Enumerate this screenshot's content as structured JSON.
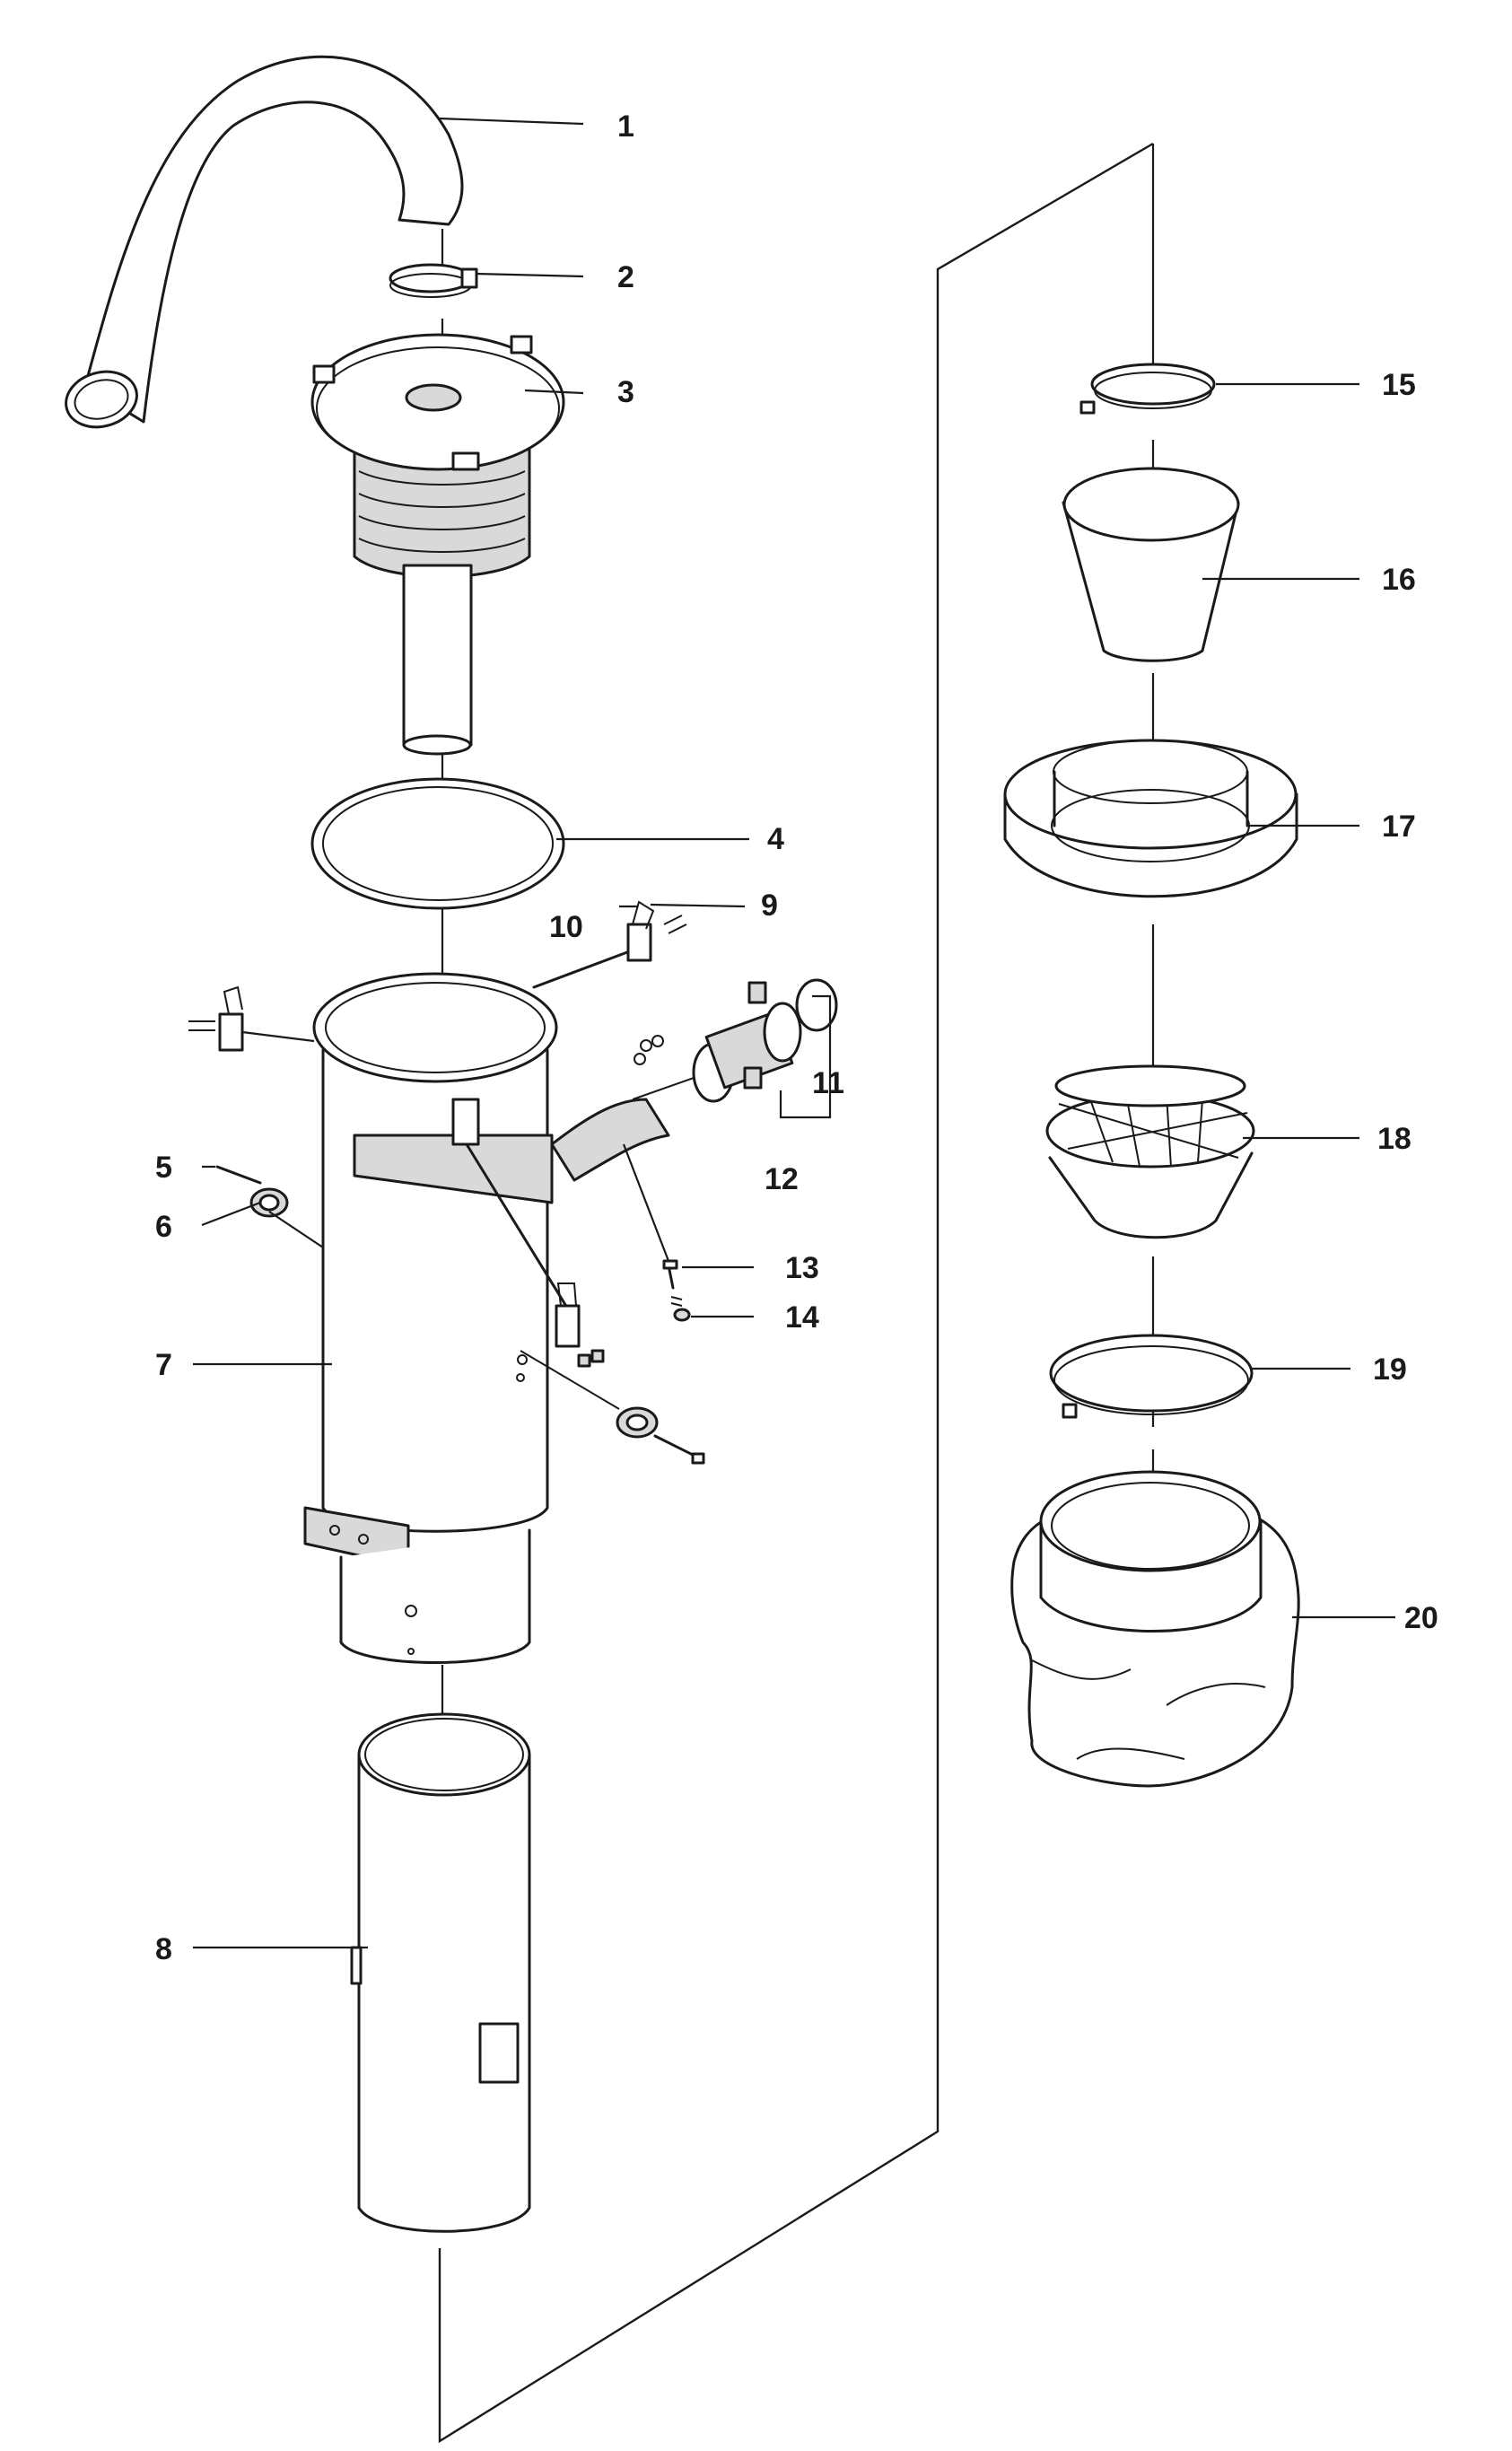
{
  "diagram": {
    "kind": "exploded-parts-view",
    "callouts": [
      {
        "id": "1",
        "label": "1"
      },
      {
        "id": "2",
        "label": "2"
      },
      {
        "id": "3",
        "label": "3"
      },
      {
        "id": "4",
        "label": "4"
      },
      {
        "id": "5",
        "label": "5"
      },
      {
        "id": "6",
        "label": "6"
      },
      {
        "id": "7",
        "label": "7"
      },
      {
        "id": "8",
        "label": "8"
      },
      {
        "id": "9",
        "label": "9"
      },
      {
        "id": "10",
        "label": "10"
      },
      {
        "id": "11",
        "label": "11"
      },
      {
        "id": "12",
        "label": "12"
      },
      {
        "id": "13",
        "label": "13"
      },
      {
        "id": "14",
        "label": "14"
      },
      {
        "id": "15",
        "label": "15"
      },
      {
        "id": "16",
        "label": "16"
      },
      {
        "id": "17",
        "label": "17"
      },
      {
        "id": "18",
        "label": "18"
      },
      {
        "id": "19",
        "label": "19"
      },
      {
        "id": "20",
        "label": "20"
      }
    ],
    "colors": {
      "ink": "#1a1a1a",
      "paper": "#ffffff",
      "shade": "#d9d9d9"
    }
  }
}
